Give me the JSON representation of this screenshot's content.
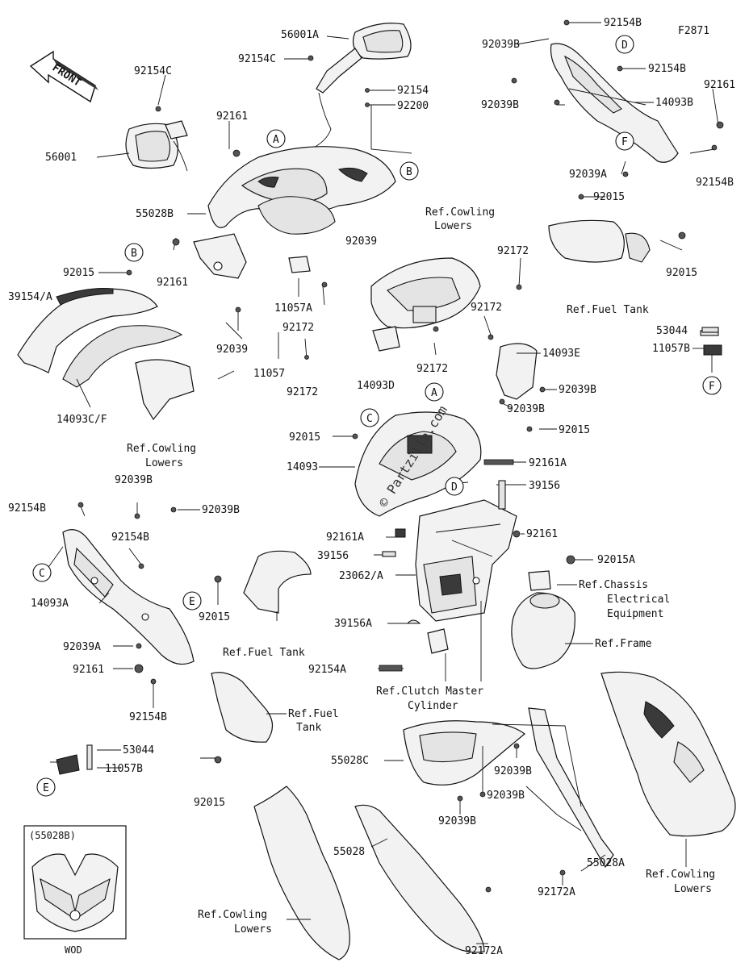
{
  "figure_code": "F2871",
  "front_label": "FRONT",
  "watermark": "© Partzilla.com",
  "inset": {
    "title": "(55028B)",
    "caption": "WOD"
  },
  "callouts": [
    "A",
    "B",
    "C",
    "D",
    "E",
    "F"
  ],
  "labels": {
    "l_56001A": "56001A",
    "l_92154C_top": "92154C",
    "l_92154C_left": "92154C",
    "l_56001": "56001",
    "l_92161_a": "92161",
    "l_92154_a": "92154",
    "l_92200": "92200",
    "l_55028B": "55028B",
    "l_92015_b": "92015",
    "l_39154A": "39154/A",
    "l_92161_b": "92161",
    "l_92039_a": "92039",
    "l_11057A": "11057A",
    "l_92172_a": "92172",
    "l_92039_b": "92039",
    "l_11057": "11057",
    "l_92172_b": "92172",
    "l_14093CF": "14093C/F",
    "l_92039B_1": "92039B",
    "l_92154B_1": "92154B",
    "l_92154B_2": "92154B",
    "l_92039B_2": "92039B",
    "l_14093B": "14093B",
    "l_92161_c": "92161",
    "l_92039A_1": "92039A",
    "l_92154B_3": "92154B",
    "l_92015_c": "92015",
    "l_92172_c": "92172",
    "l_92172_d": "92172",
    "l_92015_d": "92015",
    "l_53044_1": "53044",
    "l_11057B_1": "11057B",
    "l_14093D": "14093D",
    "l_92172_e": "92172",
    "l_14093E": "14093E",
    "l_92039B_3": "92039B",
    "l_92039B_4": "92039B",
    "l_92015_e": "92015",
    "l_92015_f": "92015",
    "l_14093": "14093",
    "l_92161A_1": "92161A",
    "l_39156_1": "39156",
    "l_92161A_2": "92161A",
    "l_39156_2": "39156",
    "l_92161_d": "92161",
    "l_92015A": "92015A",
    "l_23062A": "23062/A",
    "l_39156A": "39156A",
    "l_92154A": "92154A",
    "l_92039B_5": "92039B",
    "l_92154B_4": "92154B",
    "l_92039B_6": "92039B",
    "l_92154B_5": "92154B",
    "l_14093A": "14093A",
    "l_92015_g": "92015",
    "l_92039A_2": "92039A",
    "l_92161_e": "92161",
    "l_92154B_6": "92154B",
    "l_53044_2": "53044",
    "l_11057B_2": "11057B",
    "l_92015_h": "92015",
    "l_55028C": "55028C",
    "l_92039B_7": "92039B",
    "l_92039B_8": "92039B",
    "l_92039B_9": "92039B",
    "l_55028": "55028",
    "l_55028A": "55028A",
    "l_92172A_1": "92172A",
    "l_92172A_2": "92172A"
  },
  "references": {
    "ref_cowl_top_1": "Ref.Cowling",
    "ref_cowl_top_2": "Lowers",
    "ref_cowl_left_1": "Ref.Cowling",
    "ref_cowl_left_2": "Lowers",
    "ref_fuel_top_1": "Ref.Fuel Tank",
    "ref_fuel_mid_1": "Ref.Fuel Tank",
    "ref_fuel_low_1": "Ref.Fuel",
    "ref_fuel_low_2": "Tank",
    "ref_chassis_1": "Ref.Chassis",
    "ref_chassis_2": "Electrical",
    "ref_chassis_3": "Equipment",
    "ref_frame": "Ref.Frame",
    "ref_clutch_1": "Ref.Clutch Master",
    "ref_clutch_2": "Cylinder",
    "ref_cowl_br_1": "Ref.Cowling",
    "ref_cowl_br_2": "Lowers",
    "ref_cowl_bl_1": "Ref.Cowling",
    "ref_cowl_bl_2": "Lowers"
  }
}
